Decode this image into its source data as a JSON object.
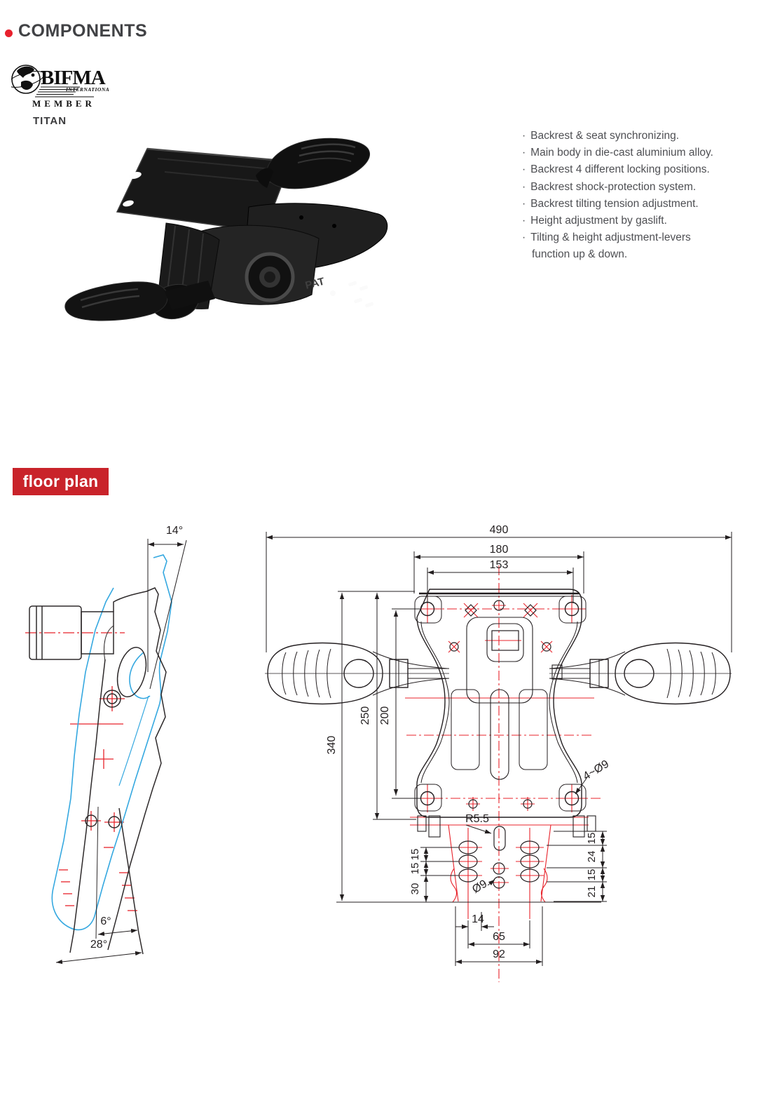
{
  "header": {
    "title": "COMPONENTS"
  },
  "logo": {
    "brand": "BIFMA",
    "international": "INTERNATIONAL",
    "member": "MEMBER"
  },
  "product": {
    "name": "TITAN",
    "marking": "PAT"
  },
  "features": {
    "bullet": "·",
    "items": [
      "Backrest & seat synchronizing.",
      "Main body in die-cast aluminium alloy.",
      "Backrest 4 different locking positions.",
      "Backrest shock-protection system.",
      "Backrest tilting tension adjustment.",
      "Height adjustment by gaslift.",
      "Tilting & height adjustment-levers",
      "function up & down."
    ]
  },
  "banner": {
    "label": "floor plan"
  },
  "side_view": {
    "angles": [
      "14°",
      "6°",
      "28°"
    ]
  },
  "top_view": {
    "d490": "490",
    "d180": "180",
    "d153": "153",
    "d340": "340",
    "d250": "250",
    "d200": "200",
    "right_chain": [
      "15",
      "24",
      "15",
      "21"
    ],
    "left_chain": [
      "15",
      "15",
      "30"
    ],
    "bottom_chain": [
      "14",
      "65",
      "92"
    ],
    "callouts": {
      "corner": "4~Ø9",
      "radius": "R5.5",
      "hole": "Ø9"
    }
  },
  "colors": {
    "accent_red": "#c9232a",
    "draw_red": "#e8232b",
    "draw_blue": "#35a8e0",
    "draw_black": "#231f20"
  }
}
